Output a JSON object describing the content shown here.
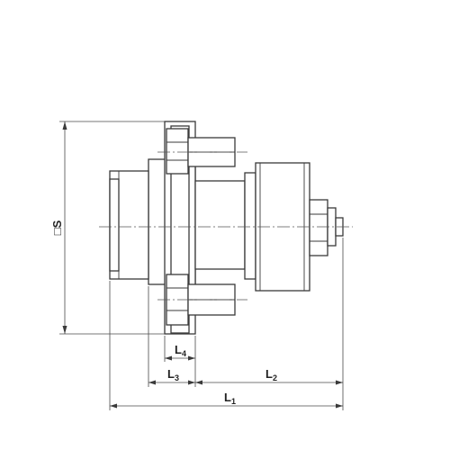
{
  "dimensions": {
    "s": {
      "letter": "S",
      "prefix": "□"
    },
    "l1": {
      "letter": "L",
      "sub": "1"
    },
    "l2": {
      "letter": "L",
      "sub": "2"
    },
    "l3": {
      "letter": "L",
      "sub": "3"
    },
    "l4": {
      "letter": "L",
      "sub": "4"
    }
  }
}
